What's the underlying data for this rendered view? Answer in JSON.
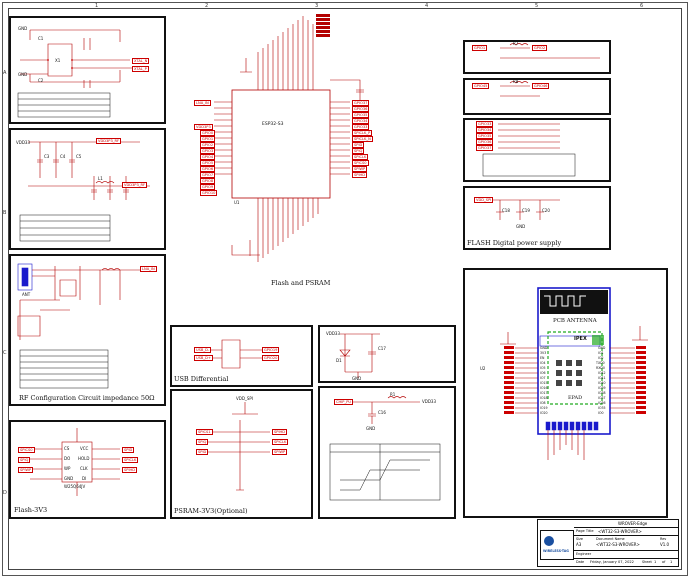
{
  "colors": {
    "frame": "#111111",
    "wire": "#b30000",
    "net_label": "#cc0000",
    "module_outline": "#1a1acc",
    "pcb_outline": "#22aa22"
  },
  "rulers": {
    "top": [
      "1",
      "2",
      "3",
      "4",
      "5",
      "6"
    ],
    "left": [
      "A",
      "B",
      "C",
      "D"
    ]
  },
  "blocks": {
    "crystal": {
      "labels": [
        "GND",
        "C1",
        "C2",
        "X1",
        "XTAL_N",
        "XTAL_P",
        "GND"
      ]
    },
    "ldo": {
      "labels": [
        "VDD33",
        "VDD3P3_RF",
        "C3",
        "C4",
        "C5",
        "L1",
        "VDD3P3_RF"
      ]
    },
    "rf": {
      "title": "RF Configuration Circuit impedance 50Ω",
      "net_labels": [
        "LNA_IN",
        "ANT"
      ]
    },
    "flash": {
      "title": "Flash-3V3",
      "chip": "W25Q64JV",
      "pins": [
        "CS",
        "DO",
        "WP",
        "GND",
        "VCC",
        "HOLD",
        "CLK",
        "DI"
      ],
      "nets": [
        "SPICS0",
        "SPIQ",
        "SPIWP",
        "SPID",
        "SPICLK",
        "SPIHD"
      ]
    },
    "esp": {
      "title": "Flash and PSRAM",
      "chip_name": "ESP32-S3",
      "chip_ref": "U1",
      "left_nets": [
        "LNA_IN",
        "VDD3P3",
        "GPIO0",
        "GPIO1",
        "GPIO2",
        "GPIO3",
        "GPIO4",
        "GPIO5",
        "GPIO6",
        "GPIO7",
        "GPIO8",
        "GPIO9",
        "GPIO10"
      ],
      "right_nets": [
        "GPIO37",
        "GPIO36",
        "GPIO35",
        "GPIO34",
        "GPIO33",
        "SPICLK_P",
        "SPICLK_N",
        "SPID",
        "SPIQ",
        "SPICLK",
        "SPICS0",
        "SPIWP",
        "SPIHD"
      ]
    },
    "usb": {
      "title": "USB Differential",
      "nets": [
        "USB_D-",
        "USB_D+",
        "GPIO19",
        "GPIO20"
      ]
    },
    "psram": {
      "title": "PSRAM-3V3(Optional)",
      "nets": [
        "SPICS1",
        "SPIQ",
        "SPID",
        "SPIHD",
        "SPICLK",
        "SPIWP"
      ],
      "power": "VDD_SPI"
    },
    "power_cap": {
      "labels": [
        "VDD33",
        "D1",
        "C17",
        "GND"
      ]
    },
    "chip_pu": {
      "labels": [
        "CHIP_PU",
        "R1",
        "C16",
        "VDD33",
        "GND"
      ]
    },
    "r_top": {
      "labels": [
        "GPIO1",
        "R7",
        "GPIO2"
      ]
    },
    "r_strap": {
      "labels": [
        "GPIO45",
        "R8",
        "GPIO46"
      ]
    },
    "r_array": {
      "labels": [
        "GPIO33",
        "GPIO34",
        "GPIO35",
        "GPIO36",
        "GPIO37"
      ]
    },
    "digital_power": {
      "title": "FLASH Digital power supply",
      "labels": [
        "VDD_SPI",
        "C18",
        "C19",
        "C20",
        "GND"
      ]
    },
    "module": {
      "ref": "U2",
      "antenna": "PCB ANTENNA",
      "ipex": "IPEX",
      "epad": "EPAD",
      "left_pins": [
        "GND",
        "3V3",
        "EN",
        "IO4",
        "IO5",
        "IO6",
        "IO7",
        "IO15",
        "IO16",
        "IO17",
        "IO18",
        "IO8",
        "IO19",
        "IO20"
      ],
      "right_pins": [
        "GND",
        "IO1",
        "IO2",
        "TXD0",
        "RXD0",
        "IO42",
        "IO41",
        "IO40",
        "IO39",
        "IO38",
        "IO37",
        "IO36",
        "IO35",
        "IO0"
      ]
    }
  },
  "title_block": {
    "header": "WROVER-Edge",
    "page_title_label": "Page Title",
    "page_title": "<WT32-S3-WROVER>",
    "size_label": "Size",
    "size": "A3",
    "doc_label": "Document Name",
    "doc_name": "<WT32-S3-WROVER>",
    "rev_label": "Rev",
    "rev": "V1.0",
    "engineer_label": "Engineer",
    "date_label": "Date",
    "date": "Friday, January 07, 2022",
    "sheet_label": "Sheet",
    "sheet": "1",
    "of_label": "of",
    "of": "1",
    "logo": "WIRELESS-TAG"
  }
}
